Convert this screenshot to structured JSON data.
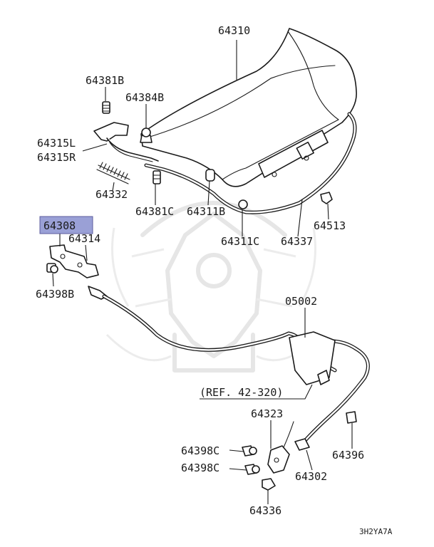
{
  "highlight_color": "#9aa0d6",
  "highlight_border": "#5c5c9e",
  "labels": {
    "p64310": "64310",
    "p64381b": "64381B",
    "p64384b": "64384B",
    "p64315l": "64315L",
    "p64315r": "64315R",
    "p64332": "64332",
    "p64381c": "64381C",
    "p64311b": "64311B",
    "p64308": "64308",
    "p64314": "64314",
    "p64398b": "64398B",
    "p64311c": "64311C",
    "p64337": "64337",
    "p64513": "64513",
    "p05002": "05002",
    "ref": "(REF. 42-320)",
    "p64323": "64323",
    "p64398c_1": "64398C",
    "p64398c_2": "64398C",
    "p64396": "64396",
    "p64302": "64302",
    "p64336": "64336",
    "diagram_code": "3H2YA7A"
  }
}
